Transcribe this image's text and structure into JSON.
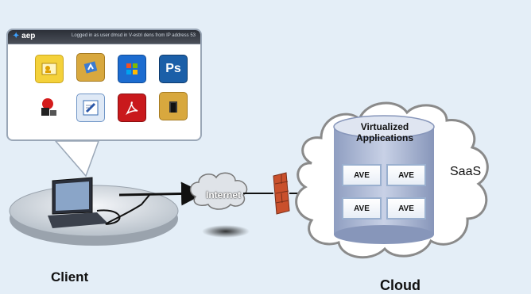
{
  "labels": {
    "client": "Client",
    "cloud": "Cloud",
    "saas": "SaaS",
    "internet": "Internet",
    "virtualized_line1": "Virtualized",
    "virtualized_line2": "Applications"
  },
  "screen": {
    "logo": "aep",
    "logged_text": "Logged in as user dmsd in V-estri dens from IP address 53"
  },
  "ave_labels": [
    "AVE",
    "AVE",
    "AVE",
    "AVE"
  ],
  "apps": [
    {
      "name": "contacts-app-icon"
    },
    {
      "name": "folder-app-icon"
    },
    {
      "name": "windows-app-icon"
    },
    {
      "name": "photoshop-app-icon",
      "text": "Ps"
    },
    {
      "name": "record-app-icon"
    },
    {
      "name": "editor-app-icon"
    },
    {
      "name": "pdf-reader-app-icon"
    },
    {
      "name": "folder-door-app-icon"
    }
  ],
  "colors": {
    "cylinder": "#aab6d2",
    "cloud_edge": "#8a8a8a",
    "firewall": "#c9502c",
    "desk": "#cfd6dd"
  }
}
